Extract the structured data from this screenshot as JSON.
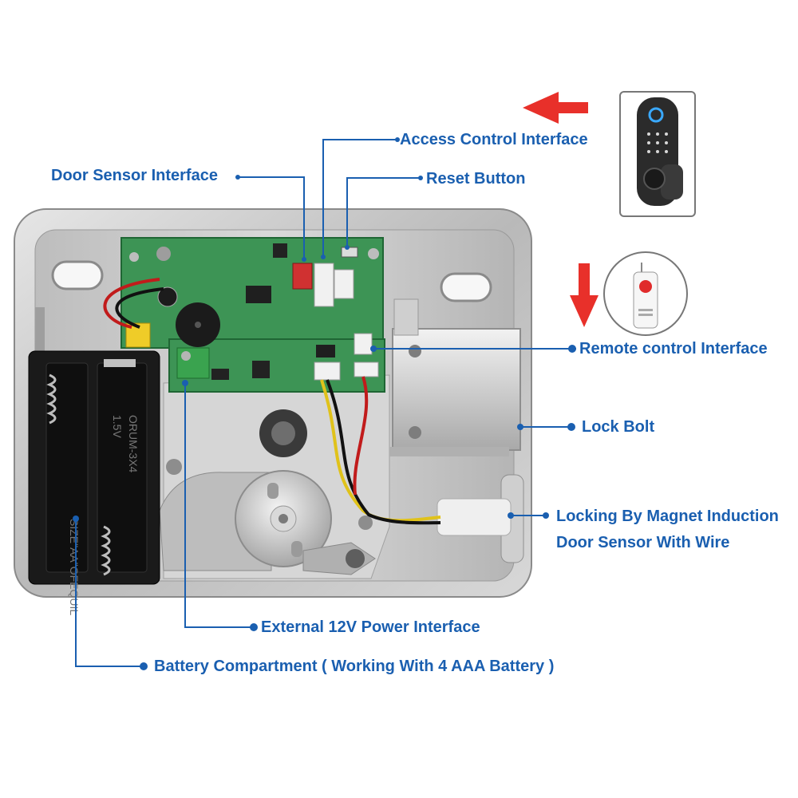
{
  "labels": {
    "access_control": "Access Control Interface",
    "door_sensor": "Door Sensor Interface",
    "reset_button": "Reset Button",
    "remote_control": "Remote control Interface",
    "lock_bolt": "Lock Bolt",
    "magnet_line1": "Locking By Magnet Induction",
    "magnet_line2": "Door Sensor With Wire",
    "external_power": "External 12V Power Interface",
    "battery_compartment": "Battery Compartment ( Working With 4 AAA Battery )"
  },
  "battery_holder_print": {
    "size": "SIZE\"AA\"OFEQUIL",
    "voltage": "1.5V",
    "model": "ORUM-3X4"
  },
  "colors": {
    "label_blue": "#1a5fb0",
    "arrow_red": "#e8302a",
    "pcb_green": "#2f8a4a",
    "steel": "#c9c9c9"
  },
  "icons": {
    "keypad_lock": "smart-keypad-lock-icon",
    "remote": "remote-fob-icon"
  }
}
